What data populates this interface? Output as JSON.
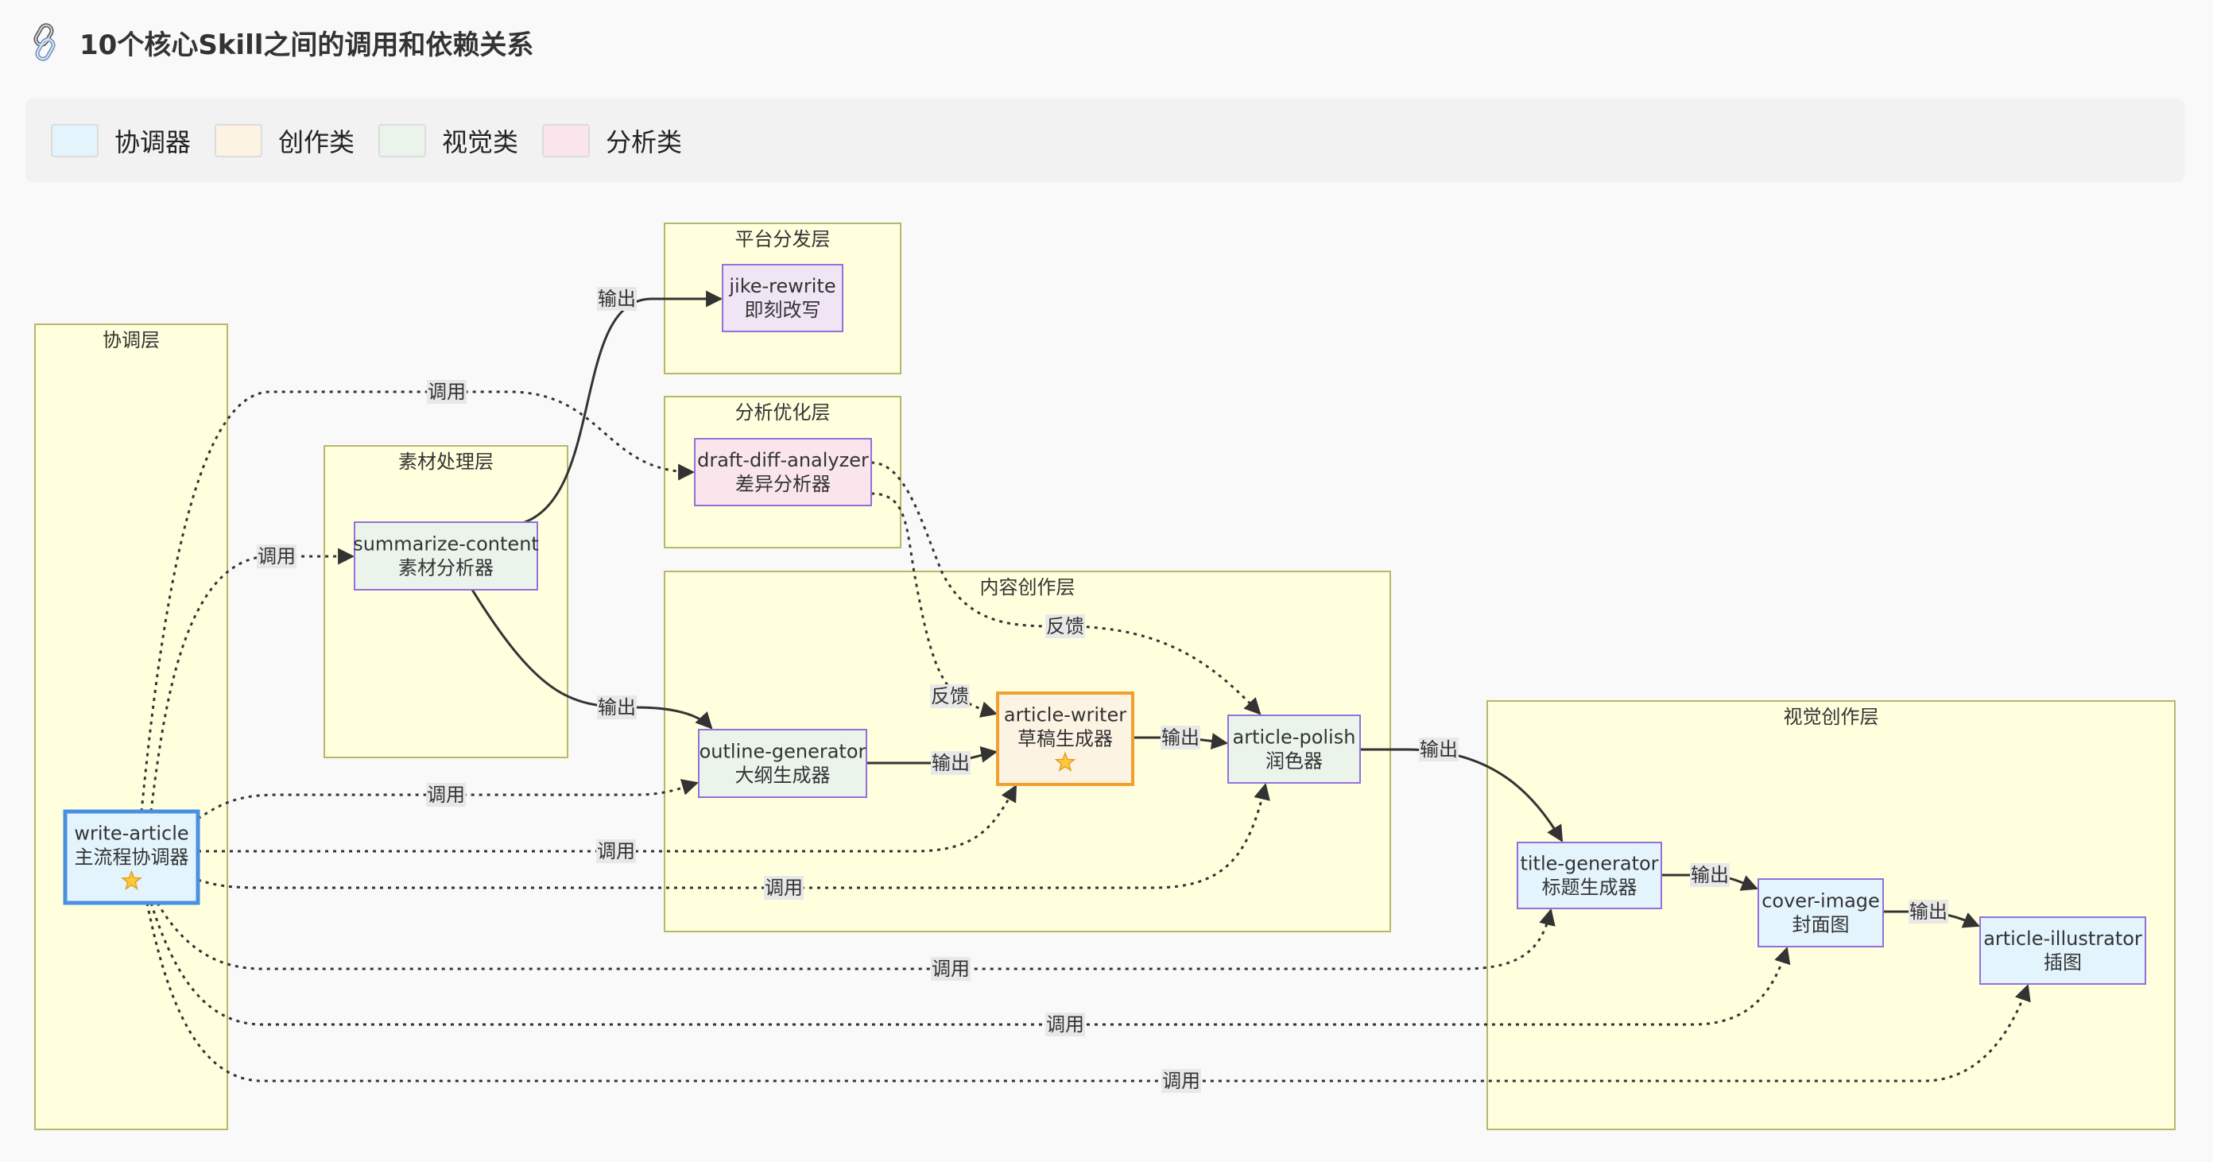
{
  "page": {
    "title": "10个核心Skill之间的调用和依赖关系",
    "title_icon": "link-icon"
  },
  "legend": [
    {
      "label": "协调器",
      "color": "#e3f4fd"
    },
    {
      "label": "创作类",
      "color": "#fdf3e3"
    },
    {
      "label": "视觉类",
      "color": "#eaf4ea"
    },
    {
      "label": "分析类",
      "color": "#fae5ec"
    }
  ],
  "colors": {
    "cluster_fill": "#ffffde",
    "cluster_stroke": "#b8b86a",
    "node_stroke": "#9370db",
    "coordinator_fill": "#e3f4fd",
    "coordinator_stroke": "#4a90e2",
    "creation_fill": "#fdf3e3",
    "creation_stroke": "#f0a030",
    "visual_fill": "#eaf4ea",
    "analysis_fill": "#fae5ec",
    "platform_fill": "#efe5f5",
    "edge": "#333333"
  },
  "clusters": [
    {
      "id": "coord",
      "label": "协调层"
    },
    {
      "id": "material",
      "label": "素材处理层"
    },
    {
      "id": "platform",
      "label": "平台分发层"
    },
    {
      "id": "analysis",
      "label": "分析优化层"
    },
    {
      "id": "content",
      "label": "内容创作层"
    },
    {
      "id": "visual",
      "label": "视觉创作层"
    }
  ],
  "nodes": [
    {
      "id": "write-article",
      "name": "write-article",
      "desc": "主流程协调器",
      "star": "⭐",
      "category": "coordinator"
    },
    {
      "id": "summarize-content",
      "name": "summarize-content",
      "desc": "素材分析器",
      "category": "visual"
    },
    {
      "id": "jike-rewrite",
      "name": "jike-rewrite",
      "desc": "即刻改写",
      "category": "platform"
    },
    {
      "id": "draft-diff-analyzer",
      "name": "draft-diff-analyzer",
      "desc": "差异分析器",
      "category": "analysis"
    },
    {
      "id": "outline-generator",
      "name": "outline-generator",
      "desc": "大纲生成器",
      "category": "visual"
    },
    {
      "id": "article-writer",
      "name": "article-writer",
      "desc": "草稿生成器",
      "star": "⭐",
      "category": "creation"
    },
    {
      "id": "article-polish",
      "name": "article-polish",
      "desc": "润色器",
      "category": "visual"
    },
    {
      "id": "title-generator",
      "name": "title-generator",
      "desc": "标题生成器",
      "category": "coordinator-light"
    },
    {
      "id": "cover-image",
      "name": "cover-image",
      "desc": "封面图",
      "category": "coordinator-light"
    },
    {
      "id": "article-illustrator",
      "name": "article-illustrator",
      "desc": "插图",
      "category": "coordinator-light"
    }
  ],
  "edges": [
    {
      "from": "write-article",
      "to": "summarize-content",
      "label": "调用",
      "style": "dotted"
    },
    {
      "from": "write-article",
      "to": "draft-diff-analyzer",
      "label": "调用",
      "style": "dotted"
    },
    {
      "from": "write-article",
      "to": "outline-generator",
      "label": "调用",
      "style": "dotted"
    },
    {
      "from": "write-article",
      "to": "article-writer",
      "label": "调用",
      "style": "dotted"
    },
    {
      "from": "write-article",
      "to": "article-polish",
      "label": "调用",
      "style": "dotted"
    },
    {
      "from": "write-article",
      "to": "title-generator",
      "label": "调用",
      "style": "dotted"
    },
    {
      "from": "write-article",
      "to": "cover-image",
      "label": "调用",
      "style": "dotted"
    },
    {
      "from": "write-article",
      "to": "article-illustrator",
      "label": "调用",
      "style": "dotted"
    },
    {
      "from": "summarize-content",
      "to": "jike-rewrite",
      "label": "输出",
      "style": "solid"
    },
    {
      "from": "summarize-content",
      "to": "outline-generator",
      "label": "输出",
      "style": "solid"
    },
    {
      "from": "outline-generator",
      "to": "article-writer",
      "label": "输出",
      "style": "solid"
    },
    {
      "from": "article-writer",
      "to": "article-polish",
      "label": "输出",
      "style": "solid"
    },
    {
      "from": "article-polish",
      "to": "title-generator",
      "label": "输出",
      "style": "solid"
    },
    {
      "from": "title-generator",
      "to": "cover-image",
      "label": "输出",
      "style": "solid"
    },
    {
      "from": "cover-image",
      "to": "article-illustrator",
      "label": "输出",
      "style": "solid"
    },
    {
      "from": "draft-diff-analyzer",
      "to": "article-writer",
      "label": "反馈",
      "style": "dotted"
    },
    {
      "from": "draft-diff-analyzer",
      "to": "article-polish",
      "label": "反馈",
      "style": "dotted"
    }
  ]
}
